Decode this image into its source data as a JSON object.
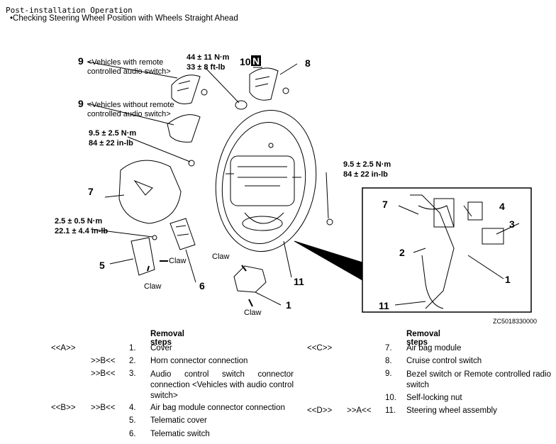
{
  "header": {
    "title": "Post-installation Operation",
    "subtitle": "•Checking Steering Wheel Position with Wheels Straight Ahead"
  },
  "callouts": {
    "c9a_num": "9",
    "c9a_text1": "<Vehicles with remote",
    "c9a_text2": "controlled audio switch>",
    "c9b_num": "9",
    "c9b_text1": "<Vehicles without remote",
    "c9b_text2": "controlled audio switch>",
    "torque1_l1": "44 ± 11 N·m",
    "torque1_l2": "33 ± 8 ft-lb",
    "c10_num": "10",
    "c10_badge": "N",
    "c8_num": "8",
    "torque2_l1": "9.5 ± 2.5 N·m",
    "torque2_l2": "84 ± 22 in-lb",
    "torque3_l1": "9.5 ± 2.5 N·m",
    "torque3_l2": "84 ± 22 in-lb",
    "c7_num": "7",
    "torque4_l1": "2.5 ± 0.5 N·m",
    "torque4_l2": "22.1 ± 4.4 in-lb",
    "c5_num": "5",
    "claw1": "Claw",
    "claw2": "Claw",
    "claw3": "Claw",
    "claw4": "Claw",
    "c6_num": "6",
    "c11_num": "11",
    "c1_num": "1",
    "inset_7": "7",
    "inset_4": "4",
    "inset_3": "3",
    "inset_2": "2",
    "inset_1": "1",
    "inset_11": "11",
    "figure_code": "ZC5018330000"
  },
  "removal_left": {
    "heading": "Removal steps",
    "rows": [
      {
        "a": "<<A>>",
        "b": "",
        "n": "1.",
        "t": "Cover"
      },
      {
        "a": "",
        "b": ">>B<<",
        "n": "2.",
        "t": "Horn connector connection"
      },
      {
        "a": "",
        "b": ">>B<<",
        "n": "3.",
        "t": "Audio control switch connector connection <Vehicles with audio control switch>"
      },
      {
        "a": "<<B>>",
        "b": ">>B<<",
        "n": "4.",
        "t": "Air bag module connector connection"
      },
      {
        "a": "",
        "b": "",
        "n": "5.",
        "t": "Telematic cover"
      },
      {
        "a": "",
        "b": "",
        "n": "6.",
        "t": "Telematic switch"
      }
    ]
  },
  "removal_right": {
    "heading": "Removal steps",
    "rows": [
      {
        "a": "<<C>>",
        "b": "",
        "n": "7.",
        "t": "Air bag module"
      },
      {
        "a": "",
        "b": "",
        "n": "8.",
        "t": "Cruise control switch"
      },
      {
        "a": "",
        "b": "",
        "n": "9.",
        "t": "Bezel switch or Remote controlled radio switch"
      },
      {
        "a": "",
        "b": "",
        "n": "10.",
        "t": "Self-locking nut"
      },
      {
        "a": "<<D>>",
        "b": ">>A<<",
        "n": "11.",
        "t": "Steering wheel assembly"
      }
    ]
  }
}
